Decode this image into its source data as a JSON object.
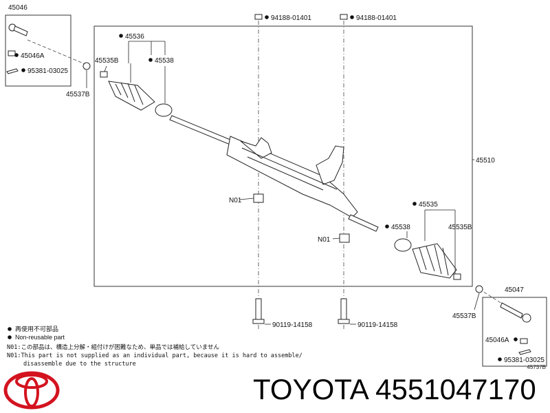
{
  "parts": {
    "p45046": "45046",
    "p45046A_top": "45046A",
    "p95381_top": "95381-03025",
    "p45537B_left": "45537B",
    "p45536": "45536",
    "p45535B_left": "45535B",
    "p45538_left": "45538",
    "p94188_a": "94188-01401",
    "p94188_b": "94188-01401",
    "p45510": "45510",
    "p45535": "45535",
    "p45538_right": "45538",
    "p45535B_right": "45535B",
    "n01_left": "N01",
    "n01_right": "N01",
    "p90119_a": "90119-14158",
    "p90119_b": "90119-14158",
    "p45047": "45047",
    "p45537B_right": "45537B",
    "p45046A_bottom": "45046A",
    "p95381_bottom": "95381-03025"
  },
  "legend": {
    "jp_nonreusable": "再使用不可部品",
    "en_nonreusable": "Non-reusable part",
    "n01_jp": "N01:この部品は、構造上分解・組付けが困難なため、単品では補給していません",
    "n01_en_1": "N01:This part is not supplied as an individual part, because it is hard to assemble/",
    "n01_en_2": "disassemble due to the structure"
  },
  "diagram_code": "45737B",
  "brand": "TOYOTA 4551047170",
  "colors": {
    "line": "#222222",
    "logo": "#d3131f"
  }
}
